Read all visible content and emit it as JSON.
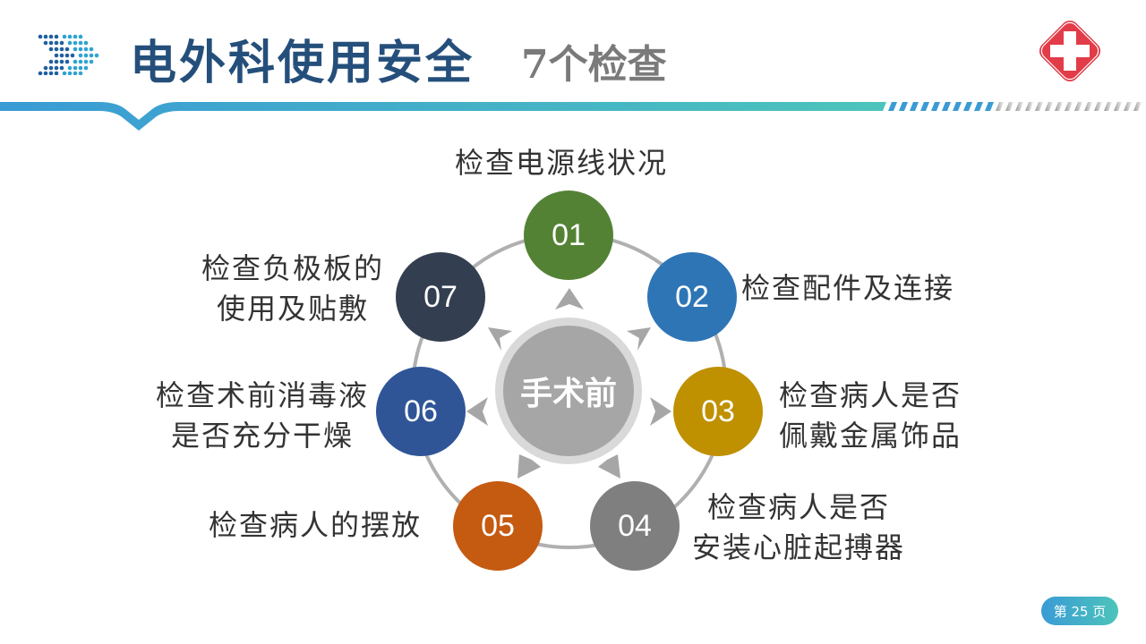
{
  "header": {
    "title": "电外科使用安全",
    "subtitle": "7个检查",
    "logo_icon": "double-chevron-dots-icon",
    "emblem_icon": "red-cross-emblem-icon",
    "colors": {
      "title": "#254f7b",
      "subtitle": "#7a7a7a",
      "line_start": "#3a9bd5",
      "line_end": "#4cc4bb",
      "emblem": "#e23c48"
    }
  },
  "diagram": {
    "center_label": "手术前",
    "items": [
      {
        "number": "01",
        "color": "#548235",
        "label_lines": [
          "检查电源线状况"
        ]
      },
      {
        "number": "02",
        "color": "#2e75b6",
        "label_lines": [
          "检查配件及连接"
        ]
      },
      {
        "number": "03",
        "color": "#bf9000",
        "label_lines": [
          "检查病人是否",
          "佩戴金属饰品"
        ]
      },
      {
        "number": "04",
        "color": "#7f7f7f",
        "label_lines": [
          "检查病人是否",
          "安装心脏起搏器"
        ]
      },
      {
        "number": "05",
        "color": "#c55a11",
        "label_lines": [
          "检查病人的摆放"
        ]
      },
      {
        "number": "06",
        "color": "#2f5597",
        "label_lines": [
          "检查术前消毒液",
          "是否充分干燥"
        ]
      },
      {
        "number": "07",
        "color": "#333f50",
        "label_lines": [
          "检查负极板的",
          "使用及贴敷"
        ]
      }
    ]
  },
  "footer": {
    "page_label": "第 25 页"
  }
}
